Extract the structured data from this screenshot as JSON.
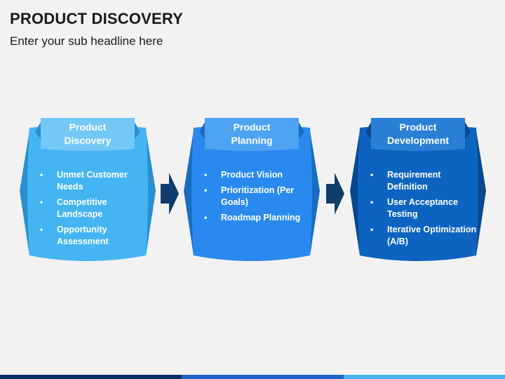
{
  "header": {
    "title": "PRODUCT DISCOVERY",
    "subtitle": "Enter your sub headline here"
  },
  "stages": [
    {
      "title": "Product\nDiscovery",
      "color_front": "#45b4f2",
      "color_tab": "#73c8f6",
      "color_side": "#2a8fd0",
      "items": [
        "Unmet Customer Needs",
        "Competitive Landscape",
        "Opportunity Assessment"
      ]
    },
    {
      "title": "Product\nPlanning",
      "color_front": "#2a89ee",
      "color_tab": "#4ea2f2",
      "color_side": "#1a6cc2",
      "items": [
        "Product Vision",
        "Prioritization (Per Goals)",
        "Roadmap Planning"
      ]
    },
    {
      "title": "Product\nDevelopment",
      "color_front": "#0d63c0",
      "color_tab": "#2b80d6",
      "color_side": "#08488e",
      "items": [
        "Requirement Definition",
        "User Acceptance Testing",
        "Iterative Optimization (A/B)"
      ]
    }
  ],
  "arrow_color": "#0f3d6b",
  "footer_colors": [
    "#0b2f6b",
    "#1f64c8",
    "#46b4f0"
  ]
}
